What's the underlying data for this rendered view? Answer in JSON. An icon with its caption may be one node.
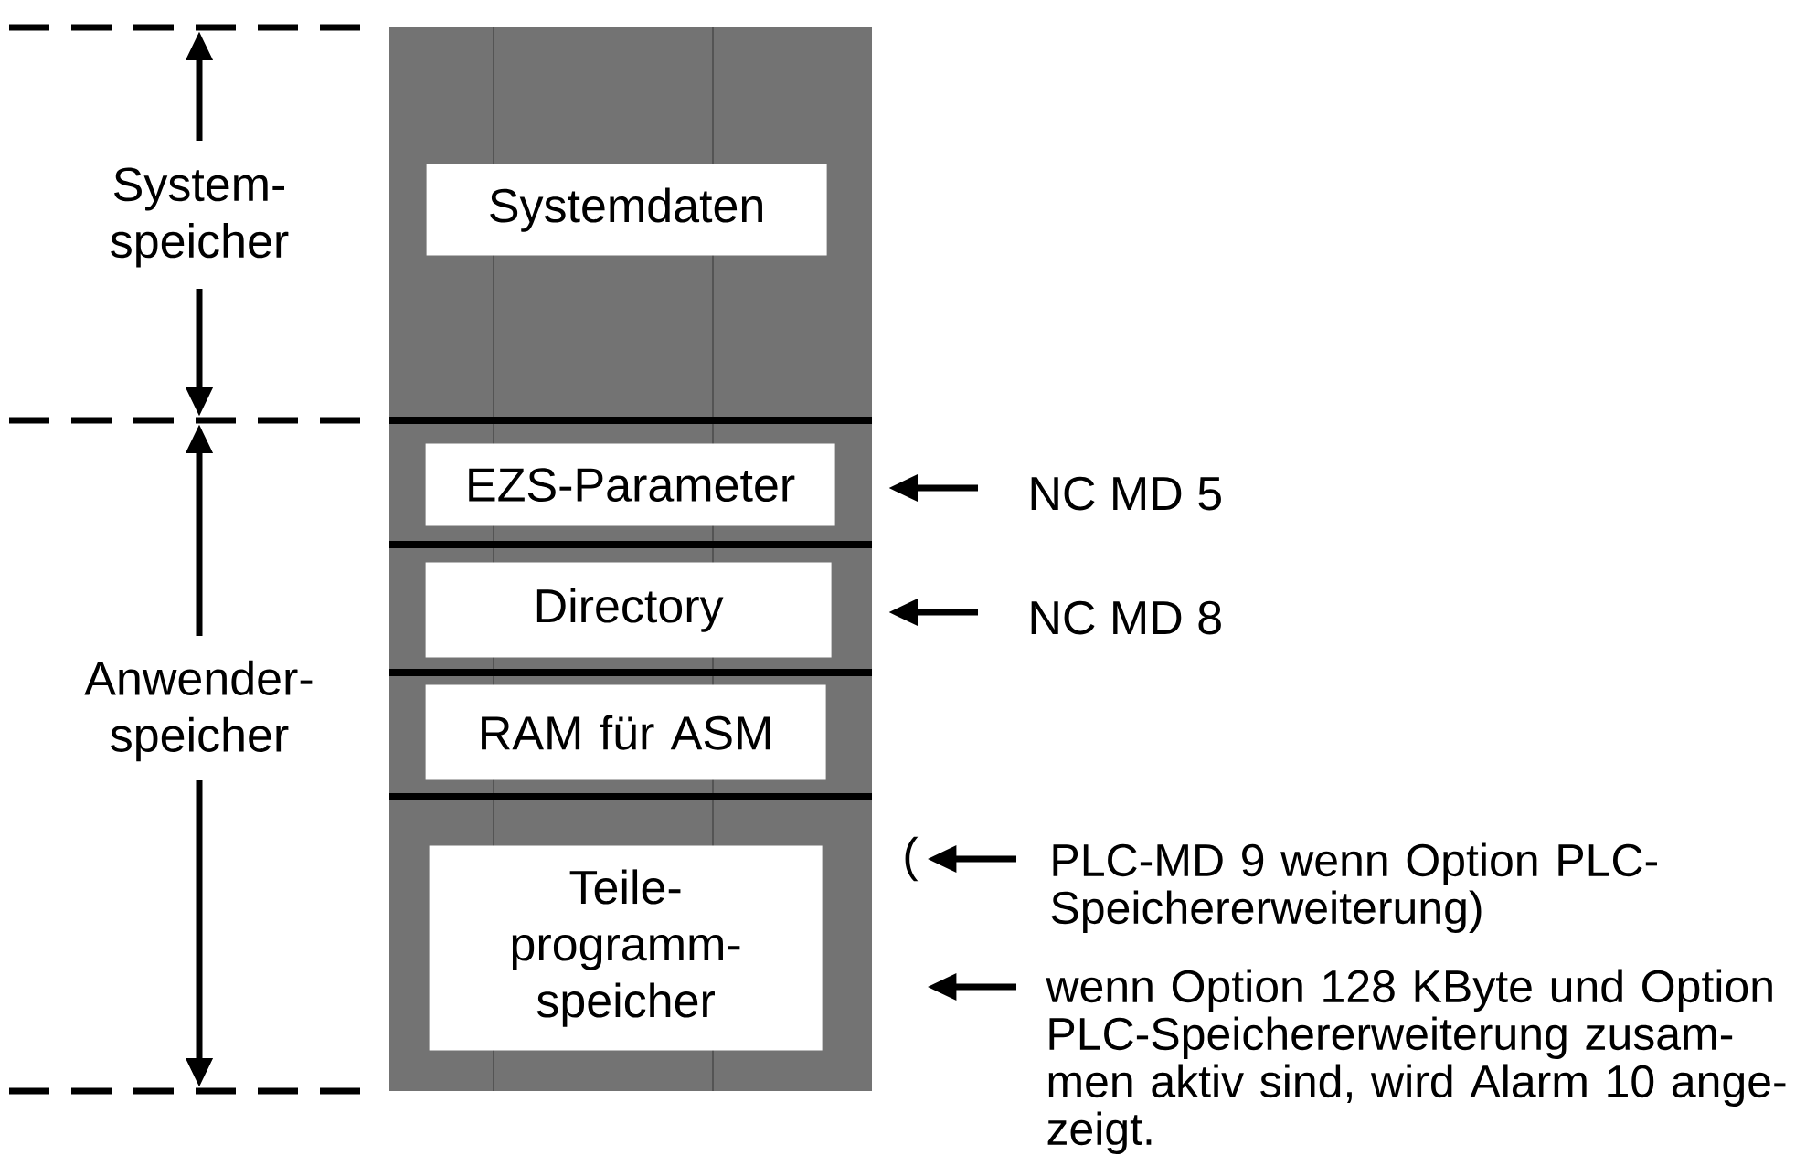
{
  "diagram": {
    "nodes": [
      {
        "text": [],
        "shape": "box"
      },
      {
        "text": [
          "Systemdaten"
        ],
        "in": 0
      },
      {
        "text": [
          "EZS-Parameter"
        ],
        "in": 0
      },
      {
        "text": [
          "Directory"
        ],
        "in": 0
      },
      {
        "text": [
          "RAM für ASM"
        ],
        "in": 0
      },
      {
        "text": [
          "Teile- programm- speicher"
        ],
        "in": 0
      },
      {
        "text": [
          "NC MD 5"
        ]
      },
      {
        "text": [
          "NC MD 8"
        ]
      },
      {
        "text": [
          "PLC-MD 9 wenn Option PLC- Speichererweiterung)"
        ]
      },
      {
        "text": [
          "wenn Option 128 KByte und Option PLC-Speichererweiterung zusam- men aktiv sind, wird Alarm 10 ange- zeigt."
        ]
      }
    ],
    "edges": [
      {
        "from": 6,
        "to": 2,
        "arrow": "to"
      },
      {
        "from": 7,
        "to": 3,
        "arrow": "to"
      },
      {
        "from": 8,
        "to": 0,
        "arrow": "to"
      },
      {
        "from": 9,
        "to": 0,
        "arrow": "to"
      }
    ],
    "labels": [
      "System- speicher",
      "Anwender- speicher",
      "("
    ]
  }
}
